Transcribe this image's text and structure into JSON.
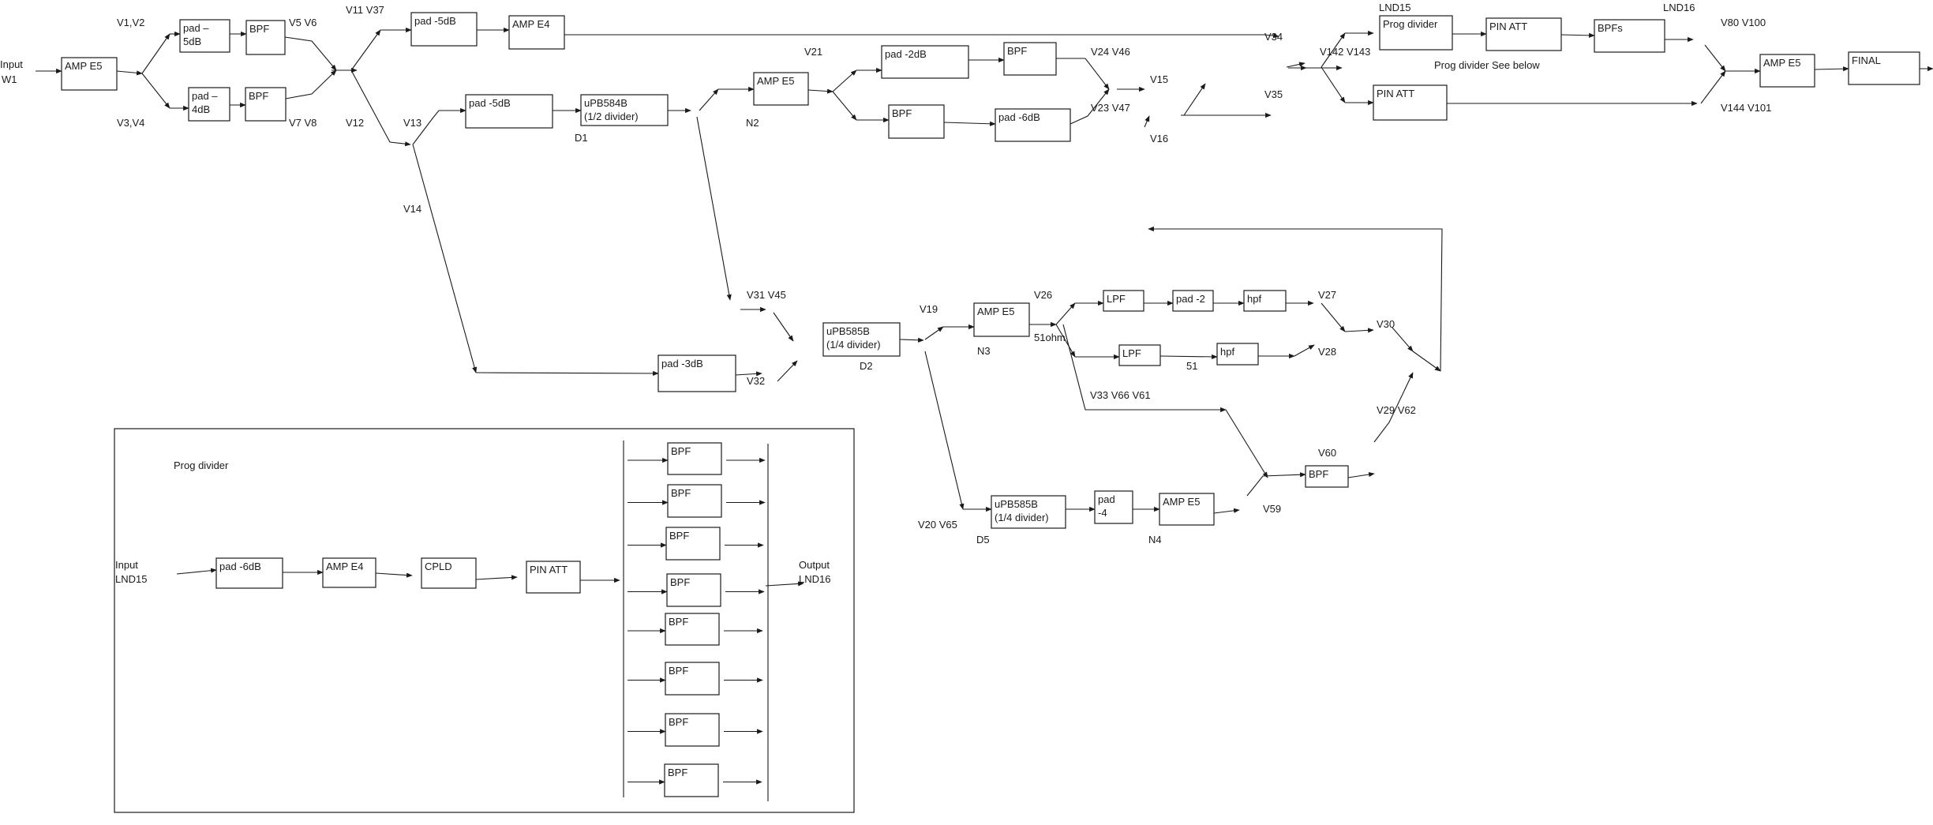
{
  "main": {
    "inputs": {
      "input_main_1": "Input",
      "input_main_2": "W1"
    },
    "blocks": {
      "amp_e5_1": {
        "lines": [
          "AMP E5"
        ]
      },
      "pad_5db_a": {
        "lines": [
          "pad –",
          "5dB"
        ]
      },
      "pad_4db": {
        "lines": [
          "pad –",
          "4dB"
        ]
      },
      "bpf_1": {
        "lines": [
          "BPF"
        ]
      },
      "bpf_2": {
        "lines": [
          "BPF"
        ]
      },
      "pad_5db_b": {
        "lines": [
          "pad -5dB"
        ]
      },
      "amp_e4_1": {
        "lines": [
          "AMP E4"
        ]
      },
      "pad_5db_c": {
        "lines": [
          "pad -5dB"
        ]
      },
      "upb584b": {
        "lines": [
          "uPB584B",
          "(1/2 divider)"
        ]
      },
      "amp_e5_n2": {
        "lines": [
          "AMP E5"
        ]
      },
      "pad_2db": {
        "lines": [
          "pad -2dB"
        ]
      },
      "bpf_3": {
        "lines": [
          "BPF"
        ]
      },
      "bpf_4": {
        "lines": [
          "BPF"
        ]
      },
      "pad_6db_a": {
        "lines": [
          "pad -6dB"
        ]
      },
      "prog_divider_top": {
        "lines": [
          "Prog divider"
        ]
      },
      "pin_att_top": {
        "lines": [
          "PIN ATT"
        ]
      },
      "bpfs": {
        "lines": [
          "BPFs"
        ]
      },
      "pin_att_2": {
        "lines": [
          "PIN ATT"
        ]
      },
      "amp_e5_out": {
        "lines": [
          "AMP E5"
        ]
      },
      "final": {
        "lines": [
          "FINAL"
        ]
      },
      "pad_3db": {
        "lines": [
          "pad -3dB"
        ]
      },
      "upb585b_d2": {
        "lines": [
          "uPB585B",
          "(1/4 divider)"
        ]
      },
      "amp_e5_n3": {
        "lines": [
          "AMP E5"
        ]
      },
      "lpf_1": {
        "lines": [
          "LPF"
        ]
      },
      "pad_2": {
        "lines": [
          "pad -2"
        ]
      },
      "hpf_1": {
        "lines": [
          "hpf"
        ]
      },
      "lpf_2": {
        "lines": [
          "LPF"
        ]
      },
      "hpf_2": {
        "lines": [
          "hpf"
        ]
      },
      "upb585b_d5": {
        "lines": [
          "uPB585B",
          "(1/4 divider)"
        ]
      },
      "pad_4": {
        "lines": [
          "pad",
          "-4"
        ]
      },
      "amp_e5_n4": {
        "lines": [
          "AMP E5"
        ]
      },
      "bpf_5": {
        "lines": [
          "BPF"
        ]
      }
    },
    "labels": {
      "v1_v2": "V1,V2",
      "v3_v4": "V3,V4",
      "v5_v6": "V5  V6",
      "v7_v8": "V7  V8",
      "v11_v37": "V11  V37",
      "v12": "V12",
      "v13": "V13",
      "v14": "V14",
      "d1": "D1",
      "v21": "V21",
      "n2": "N2",
      "v24_v46": "V24  V46",
      "v23_v47": "V23  V47",
      "v15": "V15",
      "v16": "V16",
      "v34": "V34",
      "v35": "V35",
      "v142_v143": "V142  V143",
      "lnd15_top": "LND15",
      "lnd16_top": "LND16",
      "prog_divider_note": "Prog divider See below",
      "v80_v100": "V80  V100",
      "v144_v101": "V144  V101",
      "v31_v45": "V31  V45",
      "v32": "V32",
      "v19": "V19",
      "d2": "D2",
      "v26": "V26",
      "ohm_51": "51ohm",
      "n3": "N3",
      "v27": "V27",
      "v28": "V28",
      "v30": "V30",
      "num_51": "51",
      "v33_v66_v61": "V33  V66  V61",
      "v29_v62": "V29  V62",
      "v60": "V60",
      "v59": "V59",
      "v20_v65": "V20  V65",
      "d5": "D5",
      "n4": "N4"
    }
  },
  "inset": {
    "title": "Prog divider",
    "input_1": "Input",
    "input_2": "LND15",
    "output_1": "Output",
    "output_2": "LND16",
    "blocks": {
      "pad_6db": {
        "lines": [
          "pad -6dB"
        ]
      },
      "amp_e4": {
        "lines": [
          "AMP E4"
        ]
      },
      "cpld": {
        "lines": [
          "CPLD"
        ]
      },
      "pin_att": {
        "lines": [
          "PIN ATT"
        ]
      }
    },
    "bpf_label": "BPF"
  }
}
